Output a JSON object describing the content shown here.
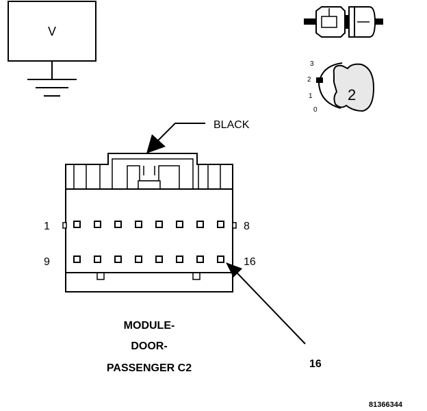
{
  "meter": {
    "symbol": "V"
  },
  "connector": {
    "color_label": "BLACK",
    "pin_labels": {
      "top_left": "1",
      "top_right": "8",
      "bottom_left": "9",
      "bottom_right": "16"
    }
  },
  "switch": {
    "positions": [
      "3",
      "2",
      "1",
      "0"
    ],
    "selected": "2"
  },
  "callout": {
    "pin": "16"
  },
  "caption": {
    "line1": "MODULE-",
    "line2": "DOOR-",
    "line3": "PASSENGER C2"
  },
  "figure_id": "81366344",
  "colors": {
    "ink": "#000000",
    "background": "#ffffff",
    "knob_fill": "#e8e8e8"
  }
}
